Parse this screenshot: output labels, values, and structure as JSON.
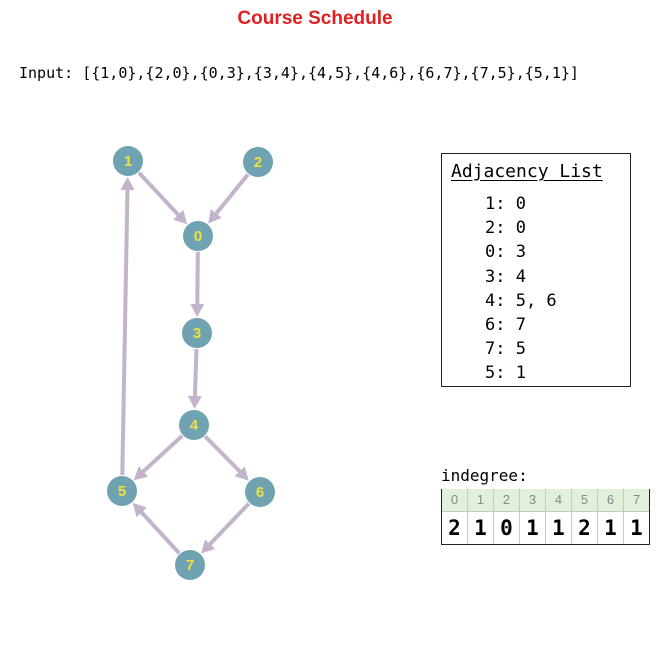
{
  "title": "Course Schedule",
  "input_text": "Input: [{1,0},{2,0},{0,3},{3,4},{4,5},{4,6},{6,7},{7,5},{5,1}]",
  "colors": {
    "title": "#e02020",
    "node_fill": "#6fa3b1",
    "node_label": "#f0e040",
    "edge": "#c3b4cb"
  },
  "graph": {
    "nodes": [
      {
        "id": "1",
        "label": "1"
      },
      {
        "id": "2",
        "label": "2"
      },
      {
        "id": "0",
        "label": "0"
      },
      {
        "id": "3",
        "label": "3"
      },
      {
        "id": "4",
        "label": "4"
      },
      {
        "id": "5",
        "label": "5"
      },
      {
        "id": "6",
        "label": "6"
      },
      {
        "id": "7",
        "label": "7"
      }
    ],
    "edges": [
      {
        "from": "1",
        "to": "0"
      },
      {
        "from": "2",
        "to": "0"
      },
      {
        "from": "0",
        "to": "3"
      },
      {
        "from": "3",
        "to": "4"
      },
      {
        "from": "4",
        "to": "5"
      },
      {
        "from": "4",
        "to": "6"
      },
      {
        "from": "6",
        "to": "7"
      },
      {
        "from": "7",
        "to": "5"
      },
      {
        "from": "5",
        "to": "1"
      }
    ]
  },
  "adjacency": {
    "title": "Adjacency List",
    "rows": [
      "1: 0",
      "2: 0",
      "0: 3",
      "3: 4",
      "4: 5, 6",
      "6: 7",
      "7: 5",
      "5: 1"
    ]
  },
  "indegree": {
    "label": "indegree:",
    "indices": [
      "0",
      "1",
      "2",
      "3",
      "4",
      "5",
      "6",
      "7"
    ],
    "values": [
      "2",
      "1",
      "0",
      "1",
      "1",
      "2",
      "1",
      "1"
    ]
  }
}
